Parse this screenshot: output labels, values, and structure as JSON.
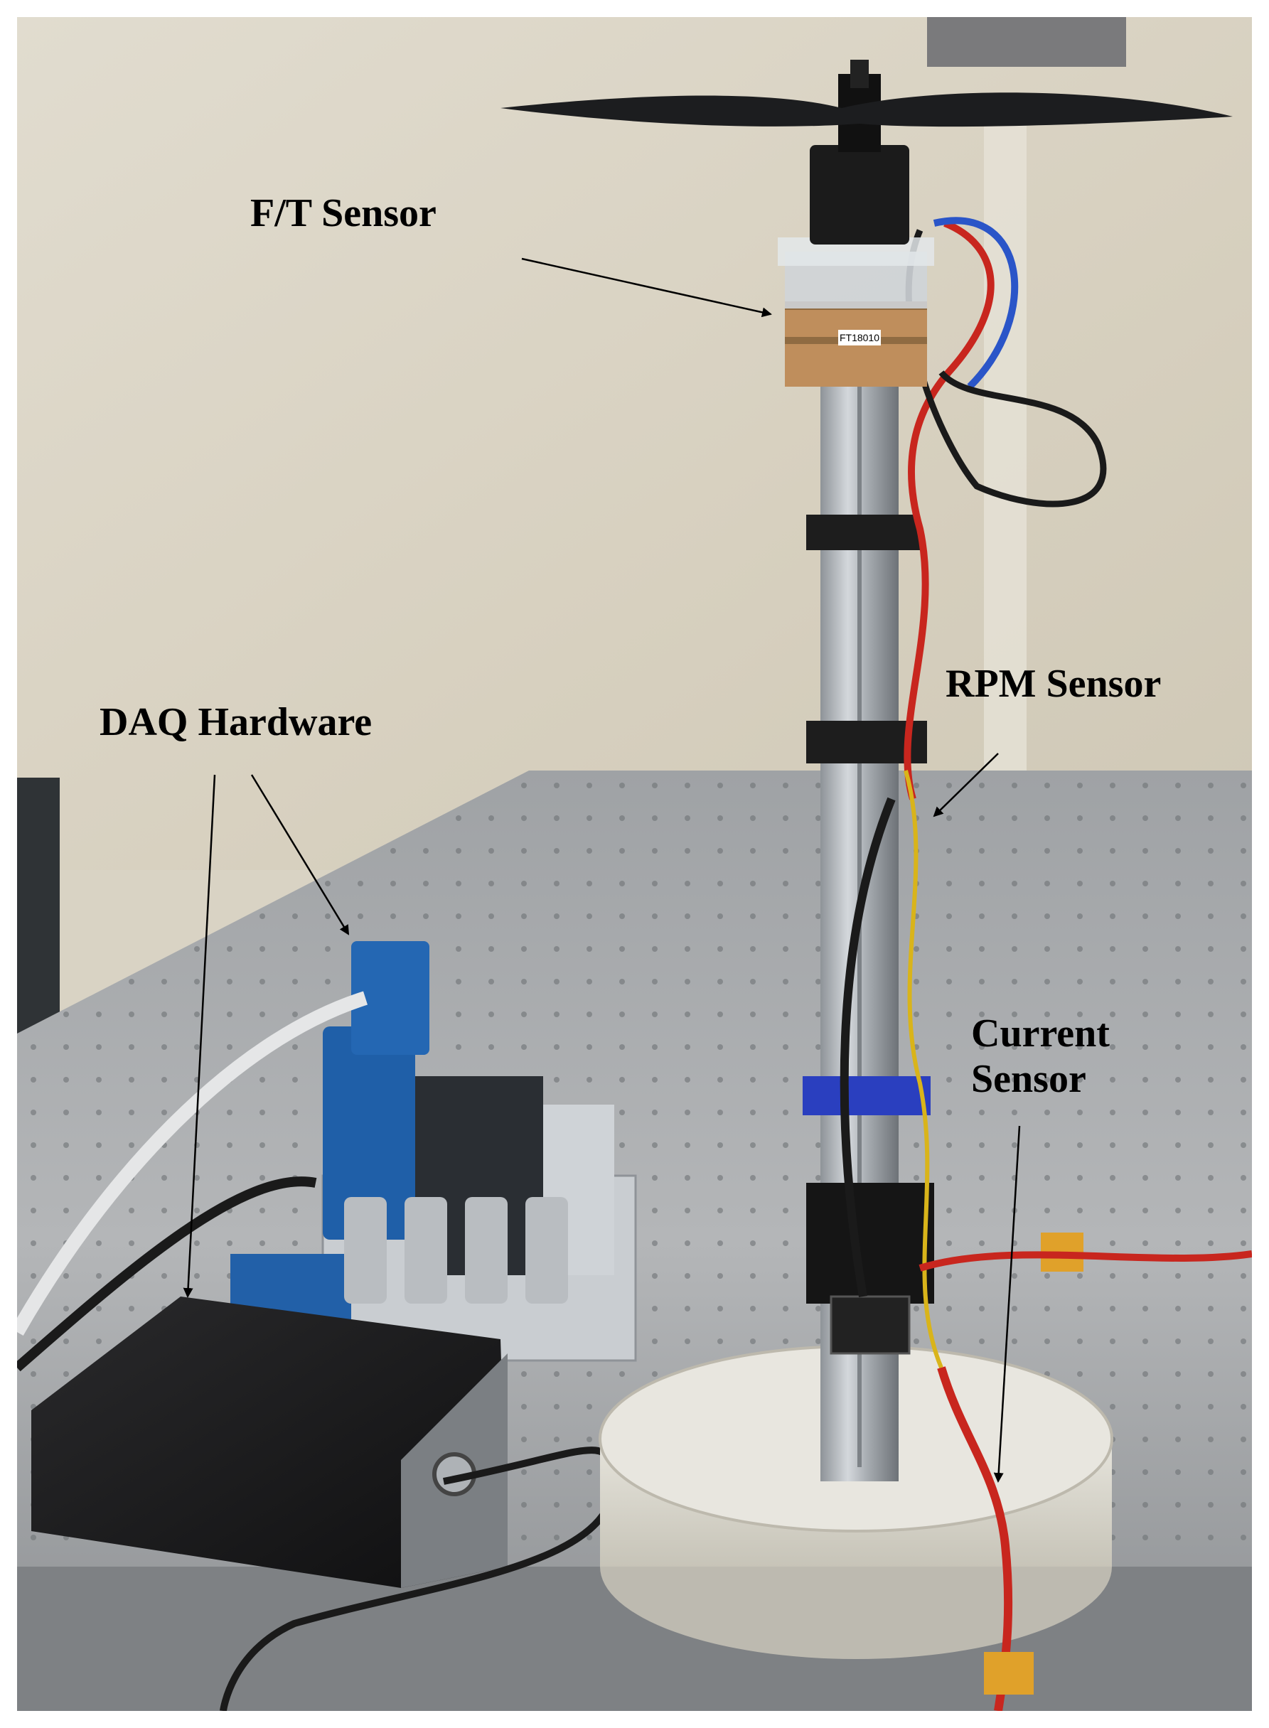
{
  "labels": {
    "ft_sensor": "F/T Sensor",
    "rpm_sensor": "RPM Sensor",
    "daq_hardware": "DAQ Hardware",
    "current_sensor": "Current Sensor"
  },
  "sticker_text": "FT18010",
  "colors": {
    "wall": "#d9d3c4",
    "table": "#a9abad",
    "daq_blue": "#1f5fa8",
    "cable_red": "#c8261e",
    "cable_blue": "#2a55c8"
  }
}
